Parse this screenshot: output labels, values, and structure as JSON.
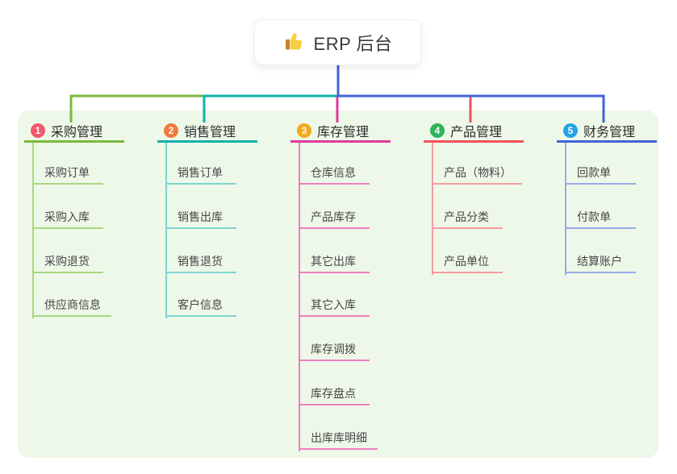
{
  "root": {
    "title": "ERP 后台",
    "icon": "thumbs-up"
  },
  "panel": {
    "bg": "#edf8e8"
  },
  "branches": [
    {
      "index": "1",
      "label": "采购管理",
      "badge_color": "#f4566c",
      "line_color": "#7cb93e",
      "light_line_color": "#aad77f",
      "children": [
        "采购订单",
        "采购入库",
        "采购退货",
        "供应商信息"
      ]
    },
    {
      "index": "2",
      "label": "销售管理",
      "badge_color": "#f5793b",
      "line_color": "#12b2ae",
      "light_line_color": "#7fd4d0",
      "children": [
        "销售订单",
        "销售出库",
        "销售退货",
        "客户信息"
      ]
    },
    {
      "index": "3",
      "label": "库存管理",
      "badge_color": "#f3a81b",
      "line_color": "#e03a9c",
      "light_line_color": "#ef7ec1",
      "children": [
        "仓库信息",
        "产品库存",
        "其它出库",
        "其它入库",
        "库存调拨",
        "库存盘点",
        "出库库明细"
      ]
    },
    {
      "index": "4",
      "label": "产品管理",
      "badge_color": "#2fb45a",
      "line_color": "#f2525b",
      "light_line_color": "#f89ba0",
      "children": [
        "产品（物料）",
        "产品分类",
        "产品单位"
      ]
    },
    {
      "index": "5",
      "label": "财务管理",
      "badge_color": "#23a2e8",
      "line_color": "#4263d8",
      "light_line_color": "#97aae9",
      "children": [
        "回款单",
        "付款单",
        "结算账户"
      ]
    }
  ]
}
